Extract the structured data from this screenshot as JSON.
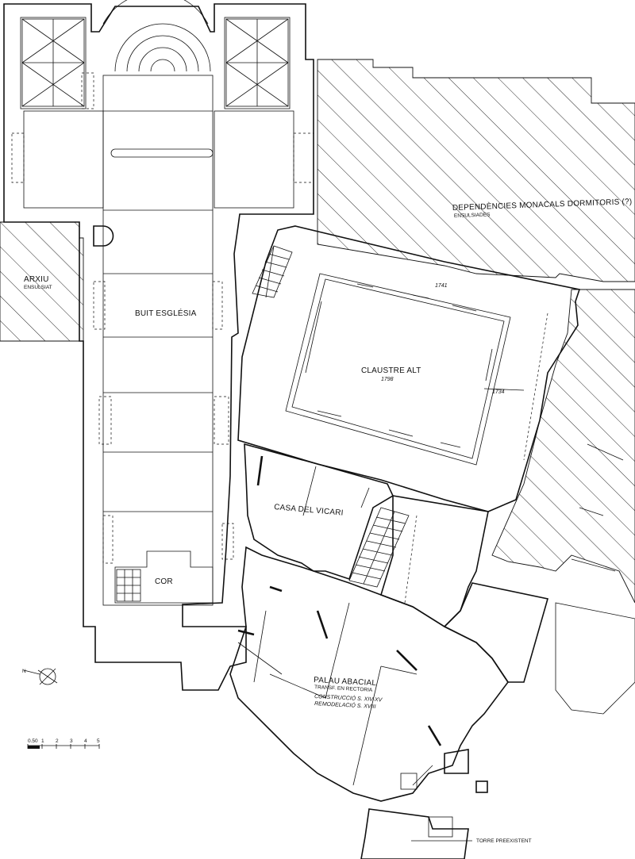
{
  "labels": {
    "dependencies_title": "DEPENDÈNCIES MONACALS DORMITORIS (?)",
    "dependencies_sub": "ENSULSIADES",
    "arxiu_title": "ARXIU",
    "arxiu_sub": "ENSULSIAT",
    "buit_esglesia": "BUIT ESGLÉSIA",
    "claustre_title": "CLAUSTRE ALT",
    "claustre_year": "1798",
    "date_1741": "1741",
    "date_1734": "1734",
    "casa_vicari": "CASA DEL VICARI",
    "cor": "COR",
    "palau_title": "PALAU ABACIAL",
    "palau_sub": "TRANSF. EN RECTORIA",
    "palau_line1": "CONSTRUCCIÓ   S. XIV-XV",
    "palau_line2": "REMODELACIÓ   S. XVIII",
    "torre": "TORRE PREEXISTENT"
  },
  "scale_bar": {
    "ticks": [
      "0.50",
      "1",
      "2",
      "3",
      "4",
      "5"
    ]
  },
  "colors": {
    "ink": "#111111",
    "paper": "#ffffff"
  }
}
